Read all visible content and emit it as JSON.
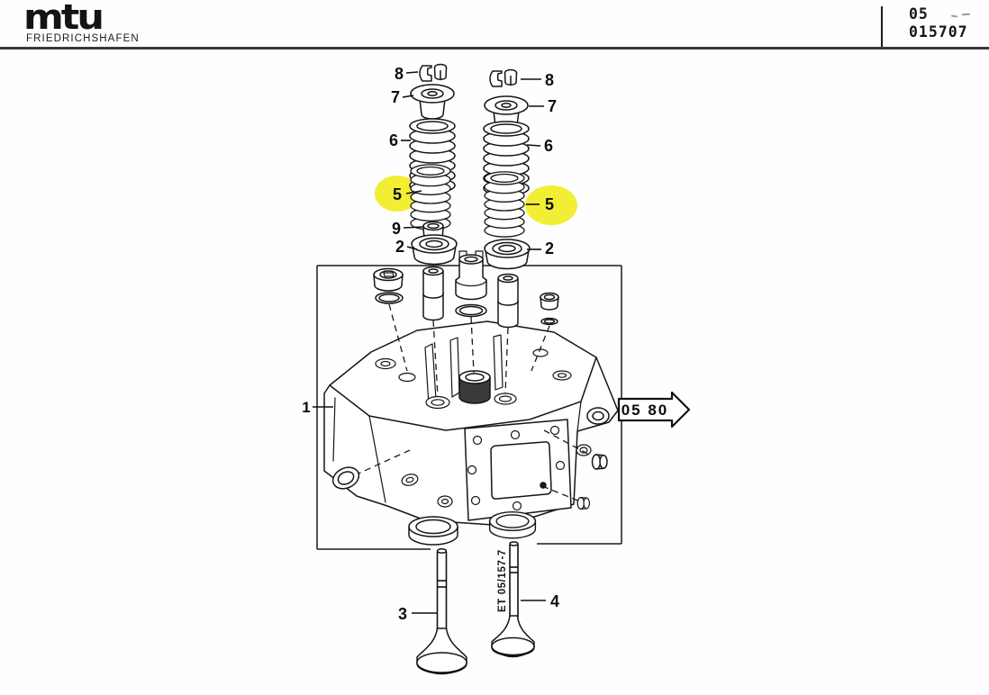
{
  "header": {
    "brand": "mtu",
    "brand_subtitle": "FRIEDRICHSHAFEN",
    "doc_number_top": "05",
    "doc_number_bottom": "015707"
  },
  "diagram": {
    "highlight_color": "#f2ee33",
    "ref_arrow_label": "05 80",
    "note_vertical": "ET 05/157-7",
    "callouts": [
      {
        "id": "8-left",
        "label": "8"
      },
      {
        "id": "7-left",
        "label": "7"
      },
      {
        "id": "6-left",
        "label": "6"
      },
      {
        "id": "5-left",
        "label": "5",
        "highlighted": true
      },
      {
        "id": "9",
        "label": "9"
      },
      {
        "id": "2-left",
        "label": "2"
      },
      {
        "id": "8-right",
        "label": "8"
      },
      {
        "id": "7-right",
        "label": "7"
      },
      {
        "id": "6-right",
        "label": "6"
      },
      {
        "id": "5-right",
        "label": "5",
        "highlighted": true
      },
      {
        "id": "2-right",
        "label": "2"
      },
      {
        "id": "1",
        "label": "1"
      },
      {
        "id": "3",
        "label": "3"
      },
      {
        "id": "4",
        "label": "4"
      }
    ]
  }
}
